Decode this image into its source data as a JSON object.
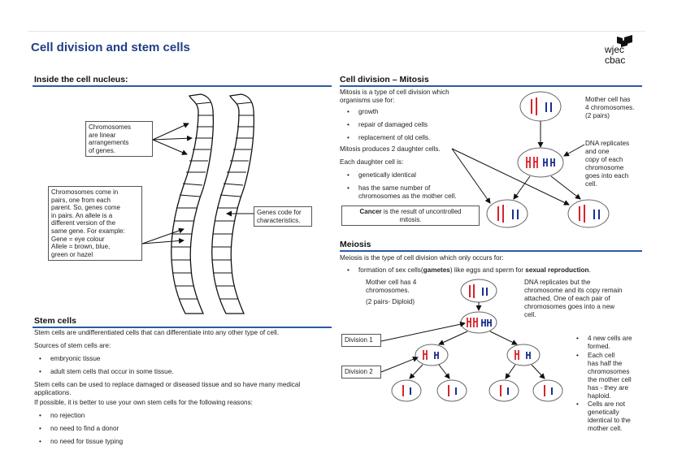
{
  "title": "Cell division and stem cells",
  "logo": {
    "line1": "wjec",
    "line2": "cbac"
  },
  "nucleus": {
    "heading": "Inside the cell nucleus:",
    "box1": [
      "Chromosomes",
      "are linear",
      "arrangements",
      "of genes."
    ],
    "box2": [
      "Chromosomes come in",
      "pairs, one from each",
      "parent. So, genes come",
      "in pairs. An allele is a",
      "different version of the",
      "same gene. For example:",
      "Gene = eye colour",
      "Allele = brown, blue,",
      "green or hazel"
    ],
    "box3": [
      "Genes code for",
      "characteristics."
    ]
  },
  "stem": {
    "heading": "Stem cells",
    "intro": "Stem cells are undifferentiated cells that can differentiate into any other type of cell.",
    "sources_label": "Sources of stem cells are:",
    "sources": [
      "embryonic tissue",
      "adult stem cells that occur in some tissue."
    ],
    "use_line1": "Stem cells can be used to replace damaged or diseased tissue and so have many medical",
    "use_line2": "applications.",
    "own_label": "If possible, it is better to use your own stem cells for the following reasons:",
    "reasons": [
      "no rejection",
      "no need to find a donor",
      "no need for tissue typing"
    ],
    "bullet": "•"
  },
  "mitosis": {
    "heading": "Cell division – Mitosis",
    "intro1": "Mitosis is a type of cell division which",
    "intro2": "organisms use for:",
    "uses": [
      "growth",
      "repair of damaged cells",
      "replacement of old cells."
    ],
    "produces": "Mitosis produces 2 daughter cells.",
    "each": "Each daughter cell is:",
    "traits": [
      "genetically identical",
      "has the same number of"
    ],
    "trait2_line2": "chromosomes as the mother cell.",
    "cancer_bold": "Cancer",
    "cancer_rest": " is the result of uncontrolled",
    "cancer_line2": "mitosis.",
    "mother_note": [
      "Mother cell has",
      "4 chromosomes.",
      "(2 pairs)"
    ],
    "dna_note": [
      "DNA replicates",
      "and one",
      "copy of each",
      "chromosome",
      "goes into each",
      "cell."
    ]
  },
  "meiosis": {
    "heading": "Meiosis",
    "intro": "Meiosis is the type of cell division which only occurs for:",
    "for_pre": "formation of sex cells(",
    "for_bold1": "gametes",
    "for_mid": ") like eggs and sperm for ",
    "for_bold2": "sexual reproduction",
    "for_end": ".",
    "mother_note": [
      "Mother cell has 4",
      "chromosomes."
    ],
    "diploid": "(2 pairs- Diploid)",
    "dna_note": [
      "DNA replicates but the",
      "chromosome and its copy remain",
      "attached. One of each pair of",
      "chromosomes goes into a new",
      "cell."
    ],
    "division1": "Division 1",
    "division2": "Division 2",
    "facts": [
      [
        "4 new cells are",
        "formed."
      ],
      [
        "Each cell",
        "has half the",
        "chromosomes",
        "the mother cell",
        "has - they are",
        "haploid."
      ],
      [
        "Cells are not",
        "genetically",
        "identical to the",
        "mother cell."
      ]
    ]
  },
  "colors": {
    "title": "#1f3f86",
    "rule": "#2b5aa8",
    "red": "#d8232a",
    "blue": "#1b2f8f"
  }
}
